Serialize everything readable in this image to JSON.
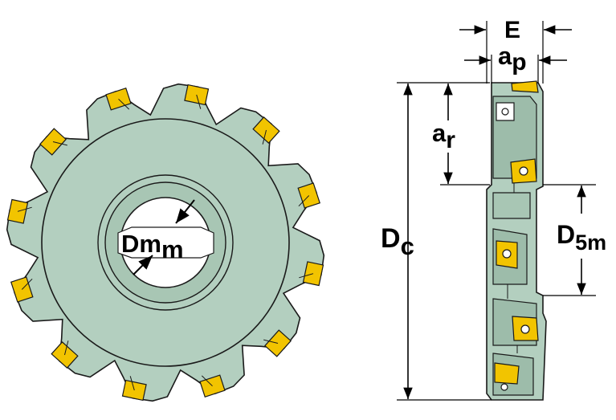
{
  "labels": {
    "dmm_main": "Dm",
    "dmm_sub": "m",
    "e": "E",
    "ap_main": "a",
    "ap_sub": "p",
    "ar_main": "a",
    "ar_sub": "r",
    "dc_main": "D",
    "dc_sub": "c",
    "d5m_main": "D",
    "d5m_sub": "5m"
  },
  "colors": {
    "body": "#b3cfbf",
    "body_dark": "#9dbcaa",
    "insert": "#f2c400",
    "insert_dark": "#c59a00",
    "outline": "#1a1a1a",
    "dim_line": "#000000"
  },
  "cutter": {
    "teeth": 12
  }
}
